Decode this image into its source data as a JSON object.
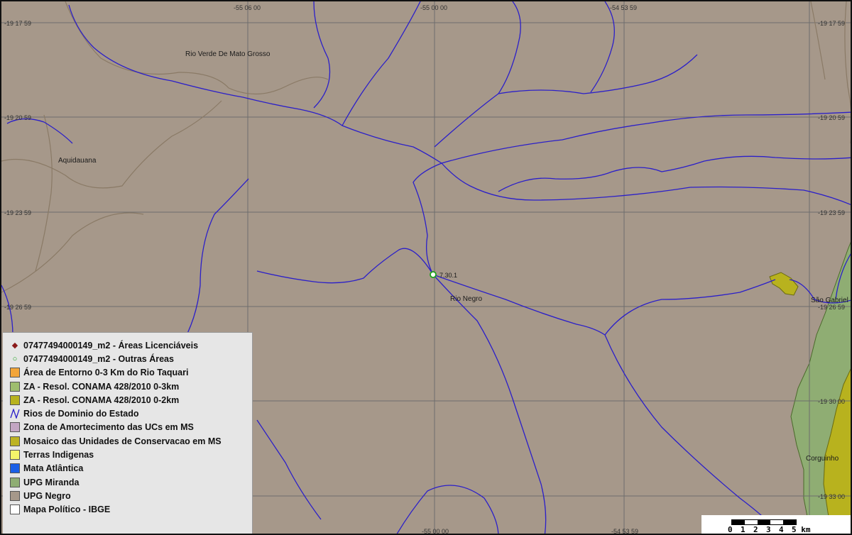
{
  "map": {
    "background_color": "#a6988a",
    "river_color": "#2b1fc9",
    "boundary_color": "#8a7a66",
    "grid_color": "#6d6d6d"
  },
  "grid_labels": {
    "top": [
      "-55 06 00",
      "-55 00 00",
      "-54 53 59"
    ],
    "bottom": [
      "-55 00 00",
      "-54 53 59"
    ],
    "left": [
      "-19 17 59",
      "-19 20 59",
      "-19 23 59",
      "-19 26 59"
    ],
    "right": [
      "-19 17 59",
      "-19 20 59",
      "-19 23 59",
      "-19 26 59",
      "-19 30 00",
      "-19 33 00"
    ]
  },
  "place_labels": {
    "rio_verde": "Rio Verde De Mato Grosso",
    "aquidauana": "Aquidauana",
    "rio_negro": "Rio Negro",
    "sao_gabriel": "São Gabriel",
    "corguinho": "Corguinho"
  },
  "point_label": "7.30.1",
  "legend": {
    "items": [
      {
        "label": "07477494000149_m2 - Áreas Licenciáveis",
        "symbol": "diamond",
        "color": "#8b1a1a"
      },
      {
        "label": "07477494000149_m2 - Outras Áreas",
        "symbol": "circle",
        "color": "#1aa31a"
      },
      {
        "label": "Área de Entorno 0-3 Km do Rio Taquari",
        "symbol": "box",
        "color": "#f2a53a"
      },
      {
        "label": "ZA - Resol. CONAMA 428/2010 0-3km",
        "symbol": "box",
        "color": "#9ebd6e"
      },
      {
        "label": "ZA - Resol. CONAMA 428/2010 0-2km",
        "symbol": "box",
        "color": "#b8b21e"
      },
      {
        "label": "Rios de Dominio do Estado",
        "symbol": "line",
        "color": "#2b1fc9"
      },
      {
        "label": "Zona de Amortecimento das UCs em MS",
        "symbol": "box",
        "color": "#c3a6c3"
      },
      {
        "label": "Mosaico das Unidades de Conservacao em MS",
        "symbol": "box",
        "color": "#bdb324"
      },
      {
        "label": "Terras Indigenas",
        "symbol": "box",
        "color": "#f5f56a"
      },
      {
        "label": "Mata Atlântica",
        "symbol": "box",
        "color": "#1a5fe6"
      },
      {
        "label": "UPG Miranda",
        "symbol": "box",
        "color": "#8fad73"
      },
      {
        "label": "UPG Negro",
        "symbol": "box",
        "color": "#a6988a"
      },
      {
        "label": "Mapa Político - IBGE",
        "symbol": "box",
        "color": "#ffffff"
      }
    ]
  },
  "scale": {
    "labels": [
      "0",
      "1",
      "2",
      "3",
      "4",
      "5"
    ],
    "unit": "km"
  }
}
